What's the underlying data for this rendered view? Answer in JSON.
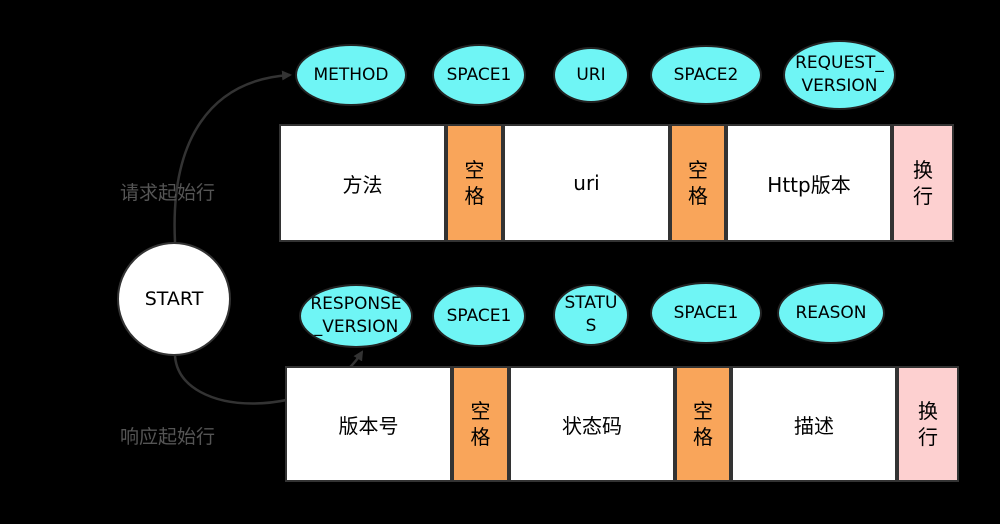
{
  "start": {
    "label": "START"
  },
  "request": {
    "caption": "请求起始行",
    "tokens": [
      "METHOD",
      "SPACE1",
      "URI",
      "SPACE2",
      "REQUEST_VERSION"
    ],
    "fields": [
      "方法",
      "空格",
      "uri",
      "空格",
      "Http版本",
      "换行"
    ]
  },
  "response": {
    "caption": "响应起始行",
    "tokens": [
      "RESPONSE_VERSION",
      "SPACE1",
      "STATUS",
      "SPACE1",
      "REASON"
    ],
    "fields": [
      "版本号",
      "空格",
      "状态码",
      "空格",
      "描述",
      "换行"
    ]
  },
  "colors": {
    "oval": "#6ff5f5",
    "space_cell": "#f9a55a",
    "newline_cell": "#fdd0d0",
    "text_cell": "#ffffff"
  }
}
